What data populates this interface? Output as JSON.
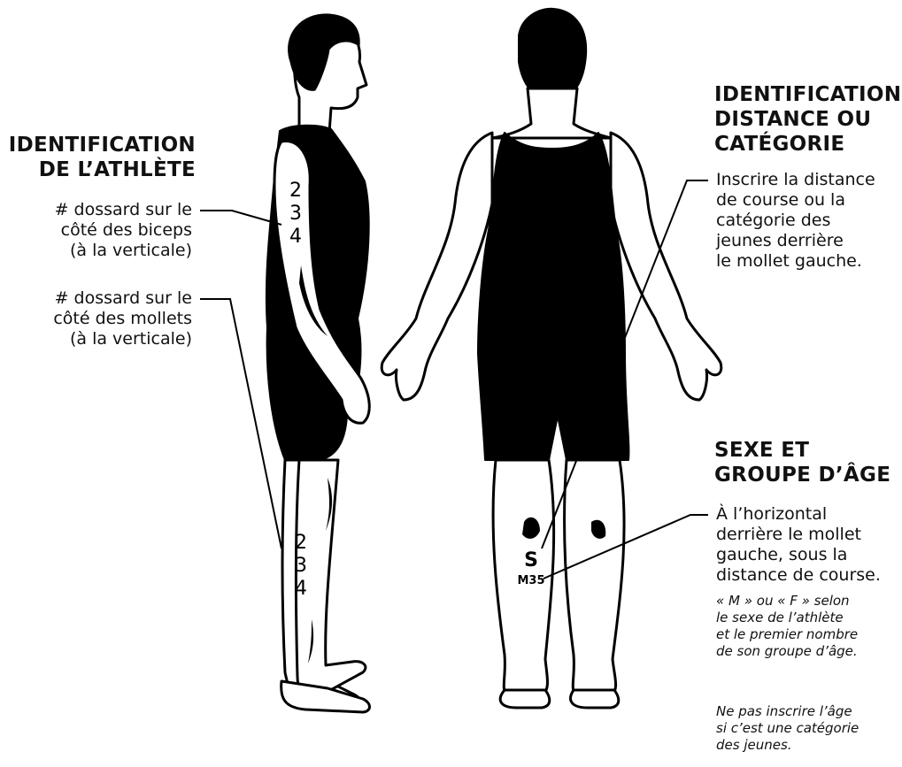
{
  "left_panel": {
    "heading": [
      "IDENTIFICATION",
      "DE L’ATHLÈTE"
    ],
    "bicep_note": [
      "# dossard sur le",
      "côté des biceps",
      "(à la verticale)"
    ],
    "calf_note": [
      "# dossard sur le",
      "côté des mollets",
      "(à la verticale)"
    ]
  },
  "right_top_panel": {
    "heading": [
      "IDENTIFICATION",
      "DISTANCE OU",
      "CATÉGORIE"
    ],
    "text": [
      "Inscrire la distance",
      "de course ou la",
      "catégorie des",
      "jeunes derrière",
      "le mollet gauche."
    ]
  },
  "right_bottom_panel": {
    "heading": [
      "SEXE ET",
      "GROUPE D’ÂGE"
    ],
    "text": [
      "À l’horizontal",
      "derrière le mollet",
      "gauche, sous la",
      "distance de course."
    ],
    "note1": [
      "« M » ou « F » selon",
      "le sexe de l’athlète",
      "et le premier nombre",
      "de son groupe d’âge."
    ],
    "note2": [
      "Ne pas inscrire l’âge",
      "si c’est une catégorie",
      "des jeunes."
    ]
  },
  "body_markings": {
    "arm_digits": [
      "2",
      "3",
      "4"
    ],
    "leg_digits": [
      "2",
      "3",
      "4"
    ],
    "calf_letter": "S",
    "calf_code": "M35"
  },
  "colors": {
    "ink": "#000000",
    "skin": "#ffffff"
  }
}
